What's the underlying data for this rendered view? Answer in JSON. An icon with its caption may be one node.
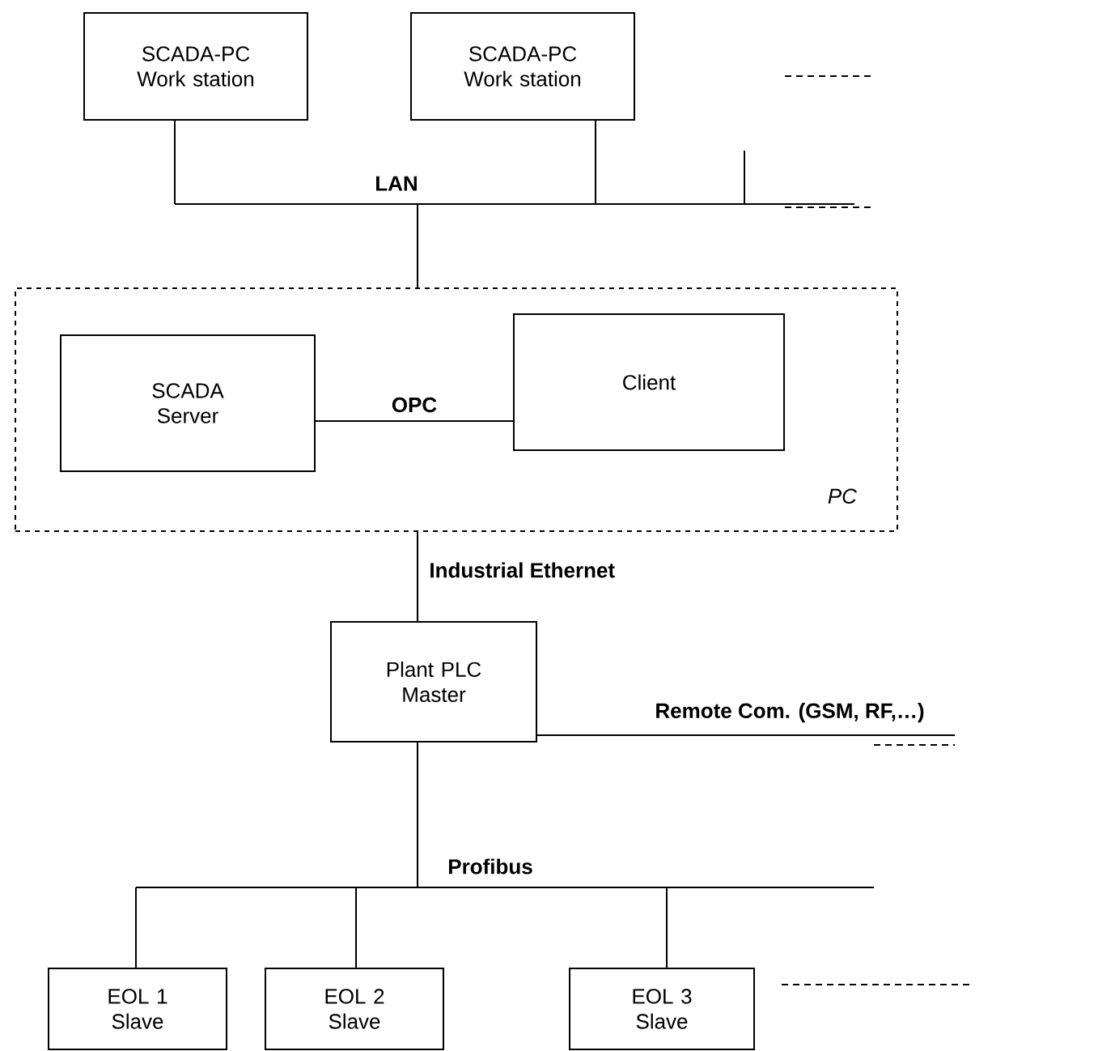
{
  "diagram": {
    "nodes": [
      {
        "text": [
          "SCADA-PC Work station"
        ]
      },
      {
        "text": [
          "SCADA-PC Work station"
        ]
      },
      {
        "text": [
          "LAN"
        ]
      },
      {
        "text": [
          "PC"
        ]
      },
      {
        "text": [
          "SCADA Server"
        ],
        "in": 3
      },
      {
        "text": [
          "Client"
        ],
        "in": 3
      },
      {
        "text": [
          "Plant PLC Master"
        ]
      },
      {
        "text": [
          "Profibus"
        ]
      },
      {
        "text": [
          "EOL 1 Slave"
        ]
      },
      {
        "text": [
          "EOL 2 Slave"
        ]
      },
      {
        "text": [
          "EOL 3 Slave"
        ]
      }
    ],
    "edges": [
      {
        "from": 0,
        "to": 2,
        "arrow": "none"
      },
      {
        "from": 1,
        "to": 2,
        "arrow": "none"
      },
      {
        "from": 2,
        "to": 3,
        "arrow": "none"
      },
      {
        "from": 4,
        "to": 5,
        "arrow": "none",
        "label": "OPC"
      },
      {
        "from": 3,
        "to": 6,
        "arrow": "none",
        "label": "Industrial Ethernet"
      },
      {
        "from": 6,
        "to": null,
        "arrow": "none",
        "label": "Remote Com. (GSM, RF,…)"
      },
      {
        "from": 6,
        "to": 7,
        "arrow": "none"
      },
      {
        "from": 7,
        "to": 8,
        "arrow": "none"
      },
      {
        "from": 7,
        "to": 9,
        "arrow": "none"
      },
      {
        "from": 7,
        "to": 10,
        "arrow": "none"
      }
    ]
  }
}
